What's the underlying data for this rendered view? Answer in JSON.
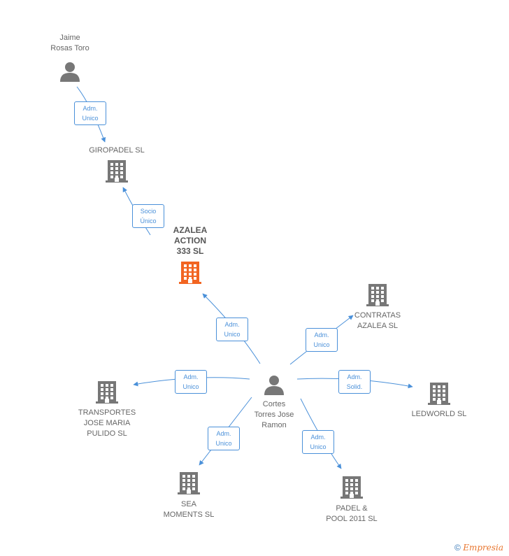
{
  "colors": {
    "edge": "#4a90d9",
    "node": "#777777",
    "focus": "#f26522"
  },
  "nodes": [
    {
      "id": "jaime",
      "type": "person",
      "label": "Jaime\nRosas Toro"
    },
    {
      "id": "giropadel",
      "type": "company",
      "label": "GIROPADEL SL"
    },
    {
      "id": "azalea",
      "type": "company",
      "label": "AZALEA\nACTION\n333 SL",
      "focus": true
    },
    {
      "id": "cortes",
      "type": "person",
      "label": "Cortes\nTorres Jose\nRamon"
    },
    {
      "id": "contratas",
      "type": "company",
      "label": "CONTRATAS\nAZALEA SL"
    },
    {
      "id": "transportes",
      "type": "company",
      "label": "TRANSPORTES\nJOSE MARIA\nPULIDO SL"
    },
    {
      "id": "ledworld",
      "type": "company",
      "label": "LEDWORLD SL"
    },
    {
      "id": "sea",
      "type": "company",
      "label": "SEA\nMOMENTS SL"
    },
    {
      "id": "padel",
      "type": "company",
      "label": "PADEL &\nPOOL 2011  SL"
    }
  ],
  "edges": [
    {
      "from": "jaime",
      "to": "giropadel",
      "label": "Adm.\nUnico"
    },
    {
      "from": "azalea",
      "to": "giropadel",
      "label": "Socio\nÚnico"
    },
    {
      "from": "cortes",
      "to": "azalea",
      "label": "Adm.\nUnico"
    },
    {
      "from": "cortes",
      "to": "contratas",
      "label": "Adm.\nUnico"
    },
    {
      "from": "cortes",
      "to": "transportes",
      "label": "Adm.\nUnico"
    },
    {
      "from": "cortes",
      "to": "ledworld",
      "label": "Adm.\nSolid."
    },
    {
      "from": "cortes",
      "to": "sea",
      "label": "Adm.\nUnico"
    },
    {
      "from": "cortes",
      "to": "padel",
      "label": "Adm.\nUnico"
    }
  ],
  "footer": {
    "symbol": "©",
    "brand": "Empresia"
  }
}
